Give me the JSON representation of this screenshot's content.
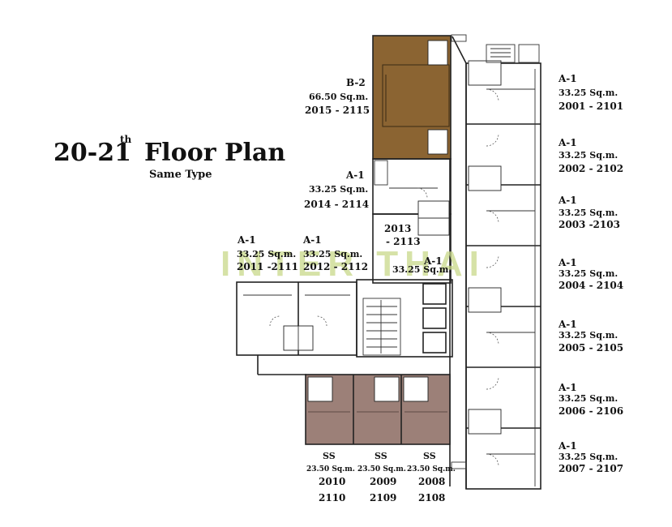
{
  "title": {
    "floor": "20-21",
    "sup": "th",
    "main": "Floor Plan",
    "subtitle": "Same Type"
  },
  "watermark": "INTER THAI",
  "colors": {
    "type_b2": "#8b6432",
    "type_ss": "#9c8078",
    "wall": "#222222",
    "watermark": "#c8d88a"
  },
  "units_right": [
    {
      "type": "A-1",
      "area": "33.25 Sq.m.",
      "numbers": "2001 - 2101"
    },
    {
      "type": "A-1",
      "area": "33.25 Sq.m.",
      "numbers": "2002 - 2102"
    },
    {
      "type": "A-1",
      "area": "33.25 Sq.m.",
      "numbers": "2003 -2103"
    },
    {
      "type": "A-1",
      "area": "33.25 Sq.m.",
      "numbers": "2004 - 2104"
    },
    {
      "type": "A-1",
      "area": "33.25 Sq.m.",
      "numbers": "2005 - 2105"
    },
    {
      "type": "A-1",
      "area": "33.25 Sq.m.",
      "numbers": "2006 - 2106"
    },
    {
      "type": "A-1",
      "area": "33.25 Sq.m.",
      "numbers": "2007 - 2107"
    }
  ],
  "unit_b2": {
    "type": "B-2",
    "area": "66.50 Sq.m.",
    "numbers": "2015 - 2115"
  },
  "unit_2014": {
    "type": "A-1",
    "area": "33.25 Sq.m.",
    "numbers": "2014 - 2114"
  },
  "unit_2013": {
    "top": "2013",
    "bottom": "- 2113",
    "type": "A-1",
    "area": "33.25 Sq.m."
  },
  "unit_2011": {
    "type": "A-1",
    "area": "33.25 Sq.m.",
    "numbers": "2011 -2111"
  },
  "unit_2012": {
    "type": "A-1",
    "area": "33.25 Sq.m.",
    "numbers": "2012 - 2112"
  },
  "units_ss": [
    {
      "type": "SS",
      "area": "23.50 Sq.m.",
      "top": "2010",
      "bottom": "2110"
    },
    {
      "type": "SS",
      "area": "23.50 Sq.m.",
      "top": "2009",
      "bottom": "2109"
    },
    {
      "type": "SS",
      "area": "23.50 Sq.m.",
      "top": "2008",
      "bottom": "2108"
    }
  ]
}
